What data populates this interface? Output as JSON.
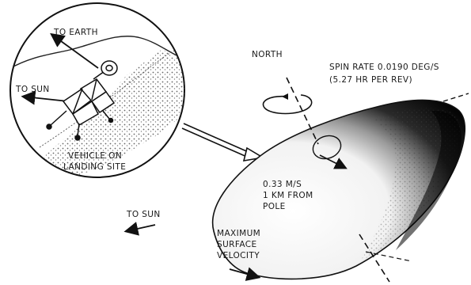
{
  "inset": {
    "to_earth": "TO EARTH",
    "to_sun": "TO SUN",
    "caption_line1": "VEHICLE ON",
    "caption_line2": "LANDING SITE"
  },
  "main": {
    "north": "NORTH",
    "spin_rate_line1": "SPIN RATE 0.0190 DEG/S",
    "spin_rate_line2": "(5.27 HR PER REV)",
    "pole_velocity_line1": "0.33 M/S",
    "pole_velocity_line2": "1 KM FROM",
    "pole_velocity_line3": "POLE",
    "to_sun": "TO SUN",
    "max_surface_line1": "MAXIMUM",
    "max_surface_line2": "SURFACE",
    "max_surface_line3": "VELOCITY"
  }
}
